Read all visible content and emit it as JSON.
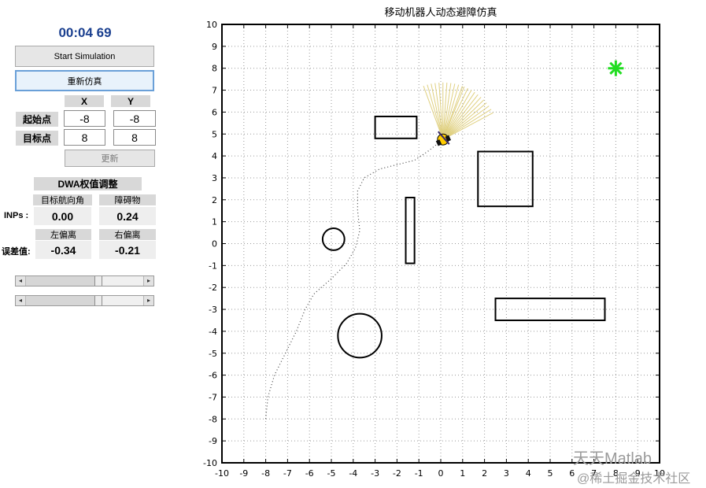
{
  "controls": {
    "timer": "00:04 69",
    "start_button": "Start Simulation",
    "reset_button": "重新仿真",
    "col_x": "X",
    "col_y": "Y",
    "start_point_label": "起始点",
    "start_x": "-8",
    "start_y": "-8",
    "goal_point_label": "目标点",
    "goal_x": "8",
    "goal_y": "8",
    "update_button": "更新",
    "dwa_title": "DWA权值调整",
    "heading_label": "目标航向角",
    "obstacle_label": "障碍物",
    "inps_label": "INPs :",
    "heading_value": "0.00",
    "obstacle_value": "0.24",
    "left_dev_label": "左偏离",
    "right_dev_label": "右偏离",
    "error_label": "误差值:",
    "left_dev_value": "-0.34",
    "right_dev_value": "-0.21",
    "slider1_value": 0.5,
    "slider2_value": 0.5
  },
  "chart_data": {
    "type": "scatter",
    "title": "移动机器人动态避障仿真",
    "xlim": [
      -10,
      10
    ],
    "ylim": [
      -10,
      10
    ],
    "xticks": [
      -10,
      -9,
      -8,
      -7,
      -6,
      -5,
      -4,
      -3,
      -2,
      -1,
      0,
      1,
      2,
      3,
      4,
      5,
      6,
      7,
      8,
      9,
      10
    ],
    "yticks": [
      -10,
      -9,
      -8,
      -7,
      -6,
      -5,
      -4,
      -3,
      -2,
      -1,
      0,
      1,
      2,
      3,
      4,
      5,
      6,
      7,
      8,
      9,
      10
    ],
    "grid": true,
    "goal": {
      "x": 8.0,
      "y": 8.0,
      "color": "#22dd22",
      "marker": "asterisk"
    },
    "robot": {
      "x": 0.1,
      "y": 4.75,
      "color": "#ffcc00"
    },
    "fan_color": "#e0d080",
    "fan_angles_deg": [
      70,
      74,
      78,
      82,
      86,
      90,
      94,
      98,
      102,
      106,
      110,
      28,
      32,
      36,
      40,
      44,
      48,
      52,
      56,
      60,
      64,
      68
    ],
    "fan_length": 2.6,
    "obstacles": [
      {
        "kind": "rect",
        "x1": -3.0,
        "y1": 4.8,
        "x2": -1.1,
        "y2": 5.8
      },
      {
        "kind": "rect",
        "x1": 1.7,
        "y1": 1.7,
        "x2": 4.2,
        "y2": 4.2
      },
      {
        "kind": "rect",
        "x1": -1.6,
        "y1": -0.9,
        "x2": -1.2,
        "y2": 2.1
      },
      {
        "kind": "rect",
        "x1": 2.5,
        "y1": -3.5,
        "x2": 7.5,
        "y2": -2.5
      },
      {
        "kind": "circle",
        "cx": -4.9,
        "cy": 0.2,
        "r": 0.5
      },
      {
        "kind": "circle",
        "cx": -3.7,
        "cy": -4.2,
        "r": 1.0
      }
    ],
    "path": [
      {
        "x": -8.0,
        "y": -8.0
      },
      {
        "x": -7.9,
        "y": -7.0
      },
      {
        "x": -7.6,
        "y": -6.0
      },
      {
        "x": -7.1,
        "y": -5.0
      },
      {
        "x": -6.6,
        "y": -4.0
      },
      {
        "x": -6.2,
        "y": -3.0
      },
      {
        "x": -5.8,
        "y": -2.3
      },
      {
        "x": -5.0,
        "y": -1.6
      },
      {
        "x": -4.3,
        "y": -0.9
      },
      {
        "x": -3.9,
        "y": -0.2
      },
      {
        "x": -3.7,
        "y": 0.6
      },
      {
        "x": -3.8,
        "y": 1.5
      },
      {
        "x": -3.8,
        "y": 2.4
      },
      {
        "x": -3.5,
        "y": 3.0
      },
      {
        "x": -2.8,
        "y": 3.4
      },
      {
        "x": -2.0,
        "y": 3.6
      },
      {
        "x": -1.2,
        "y": 3.8
      },
      {
        "x": -0.6,
        "y": 4.2
      },
      {
        "x": 0.1,
        "y": 4.75
      }
    ]
  },
  "watermark": {
    "line1": "天天Matlab",
    "line2": "@稀土掘金技术社区"
  }
}
